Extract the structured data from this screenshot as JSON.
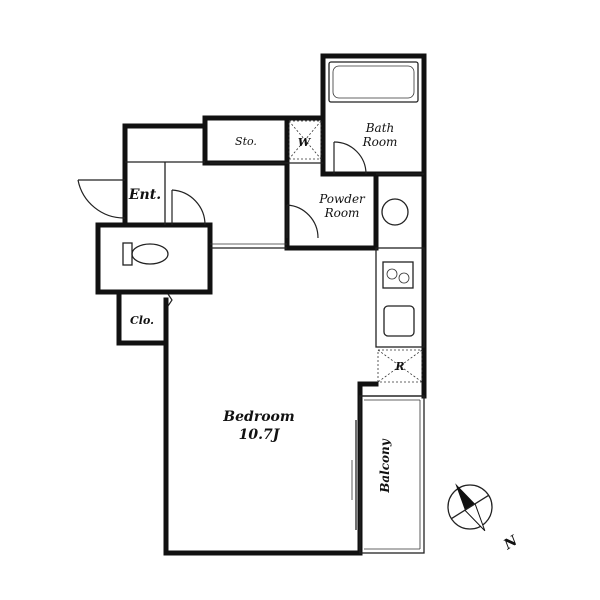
{
  "rooms": {
    "bedroom": {
      "label": "Bedroom",
      "size": "10.7J"
    },
    "bath_room": {
      "line1": "Bath",
      "line2": "Room"
    },
    "powder_room": {
      "line1": "Powder",
      "line2": "Room"
    },
    "storage": {
      "label": "Sto."
    },
    "washer": {
      "label": "W"
    },
    "entrance": {
      "label": "Ent."
    },
    "closet": {
      "label": "Clo."
    },
    "refrigerator": {
      "label": "R"
    },
    "balcony": {
      "label": "Balcony"
    }
  },
  "compass": {
    "north_label": "N"
  }
}
